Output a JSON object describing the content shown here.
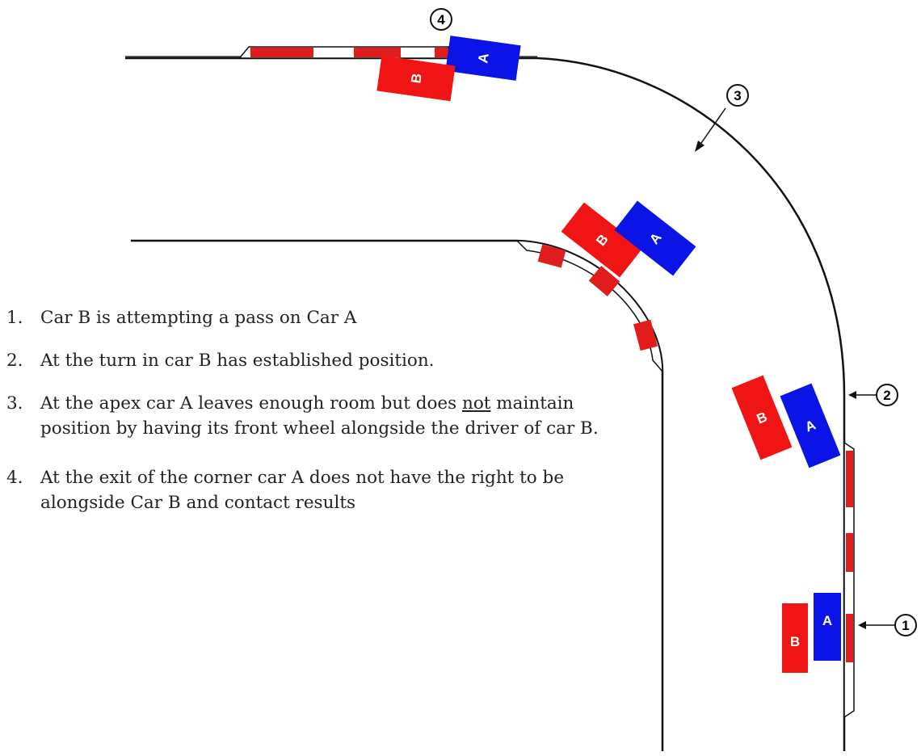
{
  "cars": {
    "a_label": "A",
    "b_label": "B",
    "a_color": "#0a14e6",
    "b_color": "#f01414"
  },
  "markers": [
    "1",
    "2",
    "3",
    "4"
  ],
  "steps": [
    {
      "num": "1.",
      "text": "Car B is attempting a pass on Car A"
    },
    {
      "num": "2.",
      "text": "At the turn in car B has established position."
    },
    {
      "num": "3.",
      "text_before": "At the apex car A leaves enough room but does ",
      "text_underlined": "not",
      "text_after": " maintain position by having its front wheel alongside the driver of car B."
    },
    {
      "num": "4.",
      "text": "At the exit of the corner car A does not have the right to be alongside Car B and contact results"
    }
  ],
  "colors": {
    "track_line": "#111111",
    "kerb_red": "#e01c1c",
    "kerb_white": "#ffffff"
  }
}
